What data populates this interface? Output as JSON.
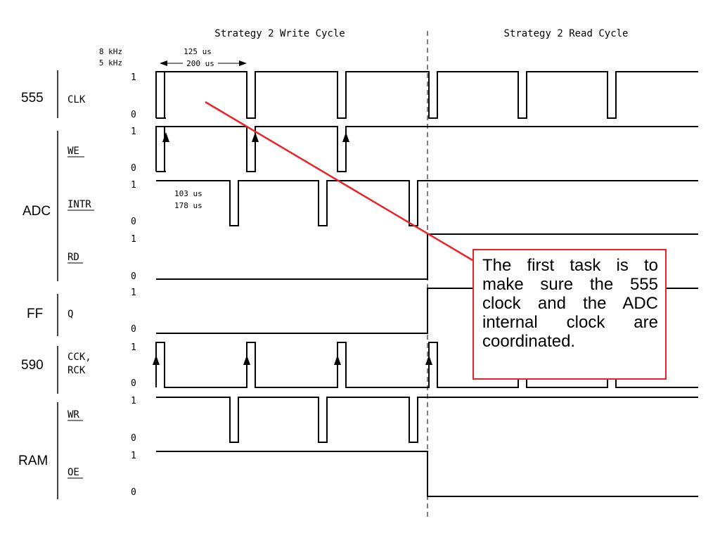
{
  "headers": {
    "write_cycle": "Strategy 2 Write Cycle",
    "read_cycle": "Strategy 2 Read Cycle"
  },
  "clock_labels": {
    "freq_1": "8 kHz",
    "freq_2": "5 kHz",
    "period_1": "125 us",
    "period_2": "200 us"
  },
  "groups": [
    {
      "label": "555",
      "signals": [
        {
          "label": "CLK",
          "underlined": false
        }
      ]
    },
    {
      "label": "ADC",
      "signals": [
        {
          "label": "WE",
          "underlined": true
        },
        {
          "label": "INTR",
          "underlined": true
        },
        {
          "label": "RD",
          "underlined": true
        }
      ]
    },
    {
      "label": "FF",
      "signals": [
        {
          "label": "Q",
          "underlined": false
        }
      ]
    },
    {
      "label": "590",
      "signals": [
        {
          "label": "CCK,\nRCK",
          "underlined": false
        }
      ]
    },
    {
      "label": "RAM",
      "signals": [
        {
          "label": "WR",
          "underlined": true
        },
        {
          "label": "OE",
          "underlined": true
        }
      ]
    }
  ],
  "levels": {
    "high": "1",
    "low": "0"
  },
  "intr_note": {
    "line_1": "103 us",
    "line_2": "178 us"
  },
  "callout": {
    "text": "The first task is to make sure the 555 clock and the ADC internal clock are coordinated.",
    "border_color": "#e8242b"
  },
  "colors": {
    "pointer_line": "#e8242b",
    "waveform": "#000000"
  }
}
